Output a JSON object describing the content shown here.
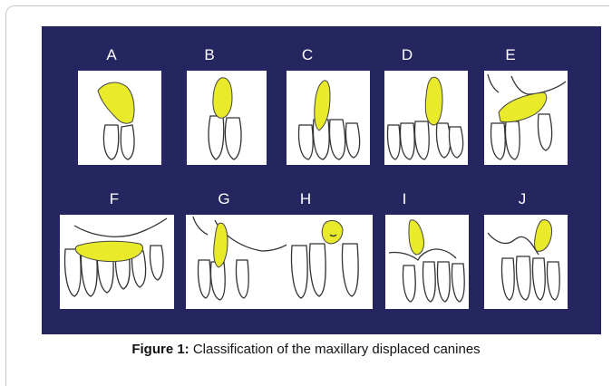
{
  "figure": {
    "panel_labels": [
      "A",
      "B",
      "C",
      "D",
      "E",
      "F",
      "G",
      "H",
      "I",
      "J"
    ],
    "caption_label": "Figure 1:",
    "caption_text": "Classification of the maxillary displaced canines"
  },
  "colors": {
    "panel_background": "#252560",
    "canine_highlight": "#e8ea2a",
    "tile_background": "#ffffff"
  }
}
